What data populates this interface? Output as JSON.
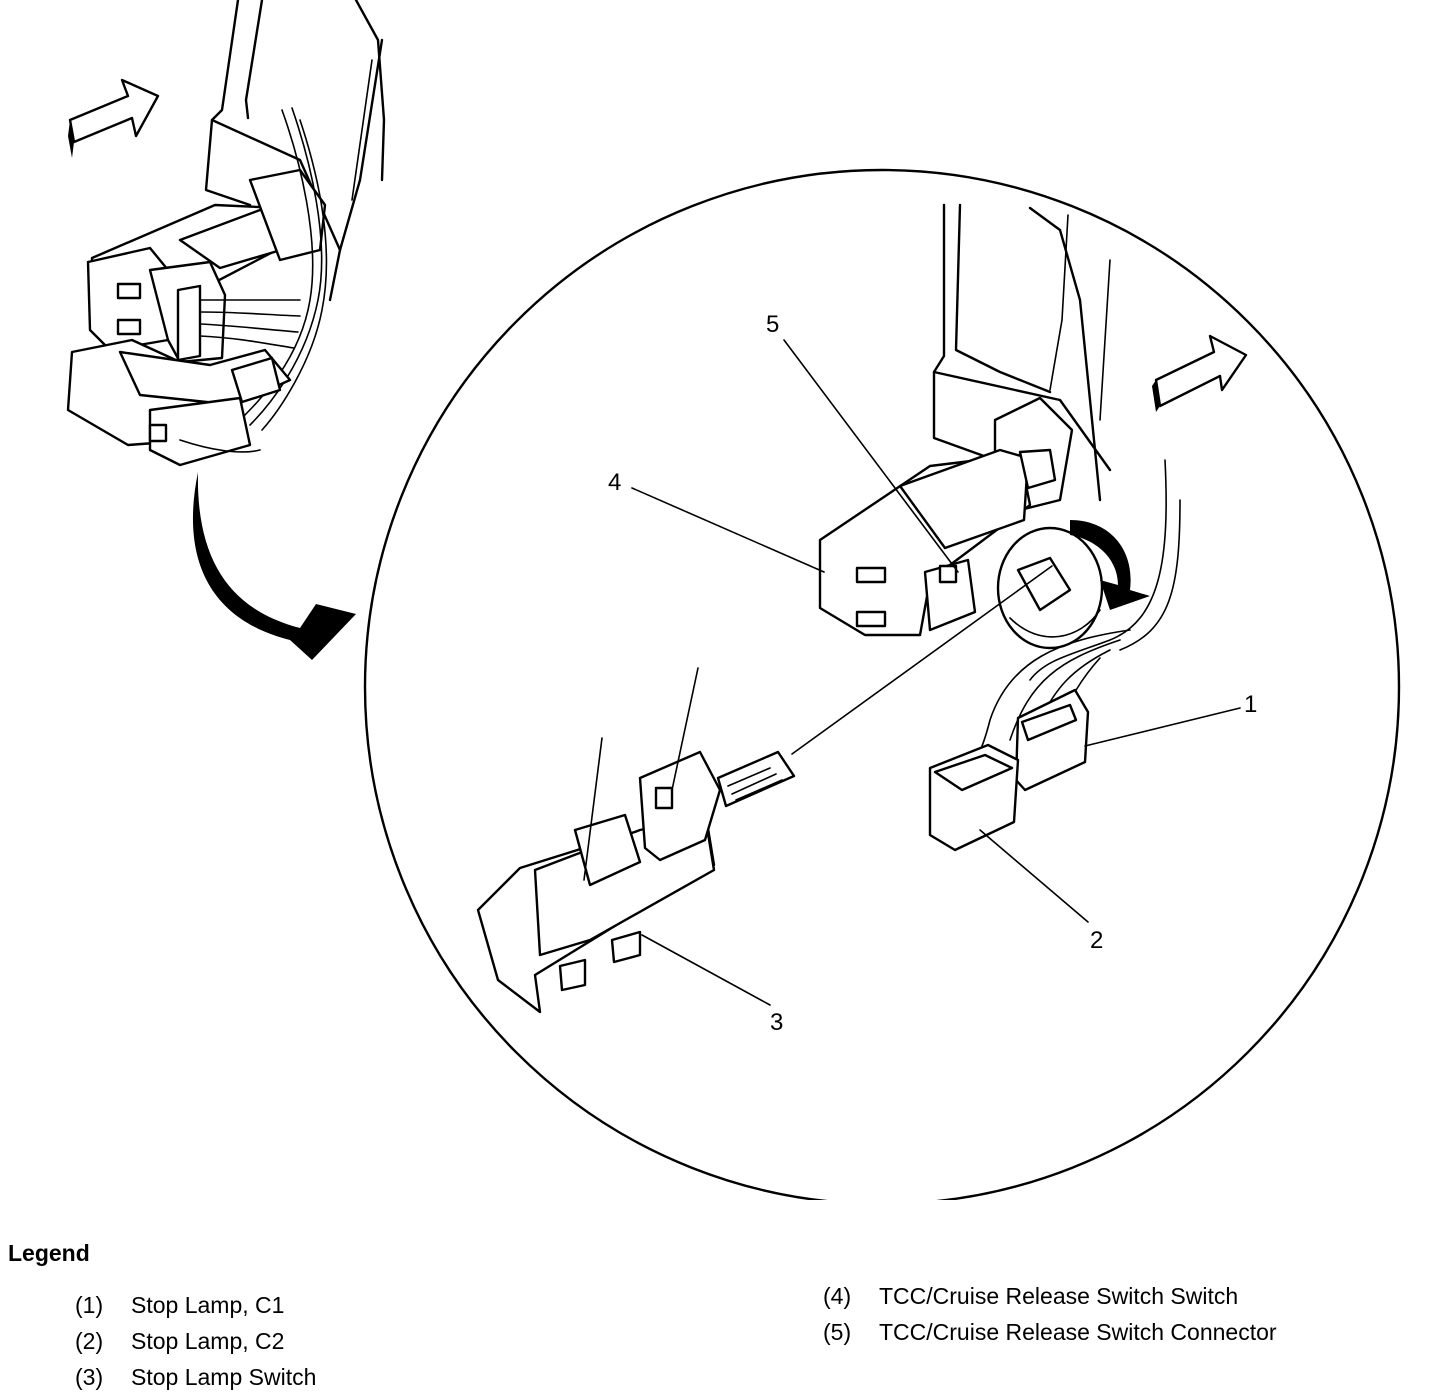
{
  "callouts": {
    "c1": "1",
    "c2": "2",
    "c3": "3",
    "c4": "4",
    "c5": "5"
  },
  "legend": {
    "title": "Legend",
    "items": [
      {
        "num": "(1)",
        "label": "Stop Lamp, C1"
      },
      {
        "num": "(2)",
        "label": "Stop Lamp, C2"
      },
      {
        "num": "(3)",
        "label": "Stop Lamp Switch"
      },
      {
        "num": "(4)",
        "label": "TCC/Cruise Release Switch Switch"
      },
      {
        "num": "(5)",
        "label": "TCC/Cruise Release Switch Connector"
      }
    ]
  }
}
